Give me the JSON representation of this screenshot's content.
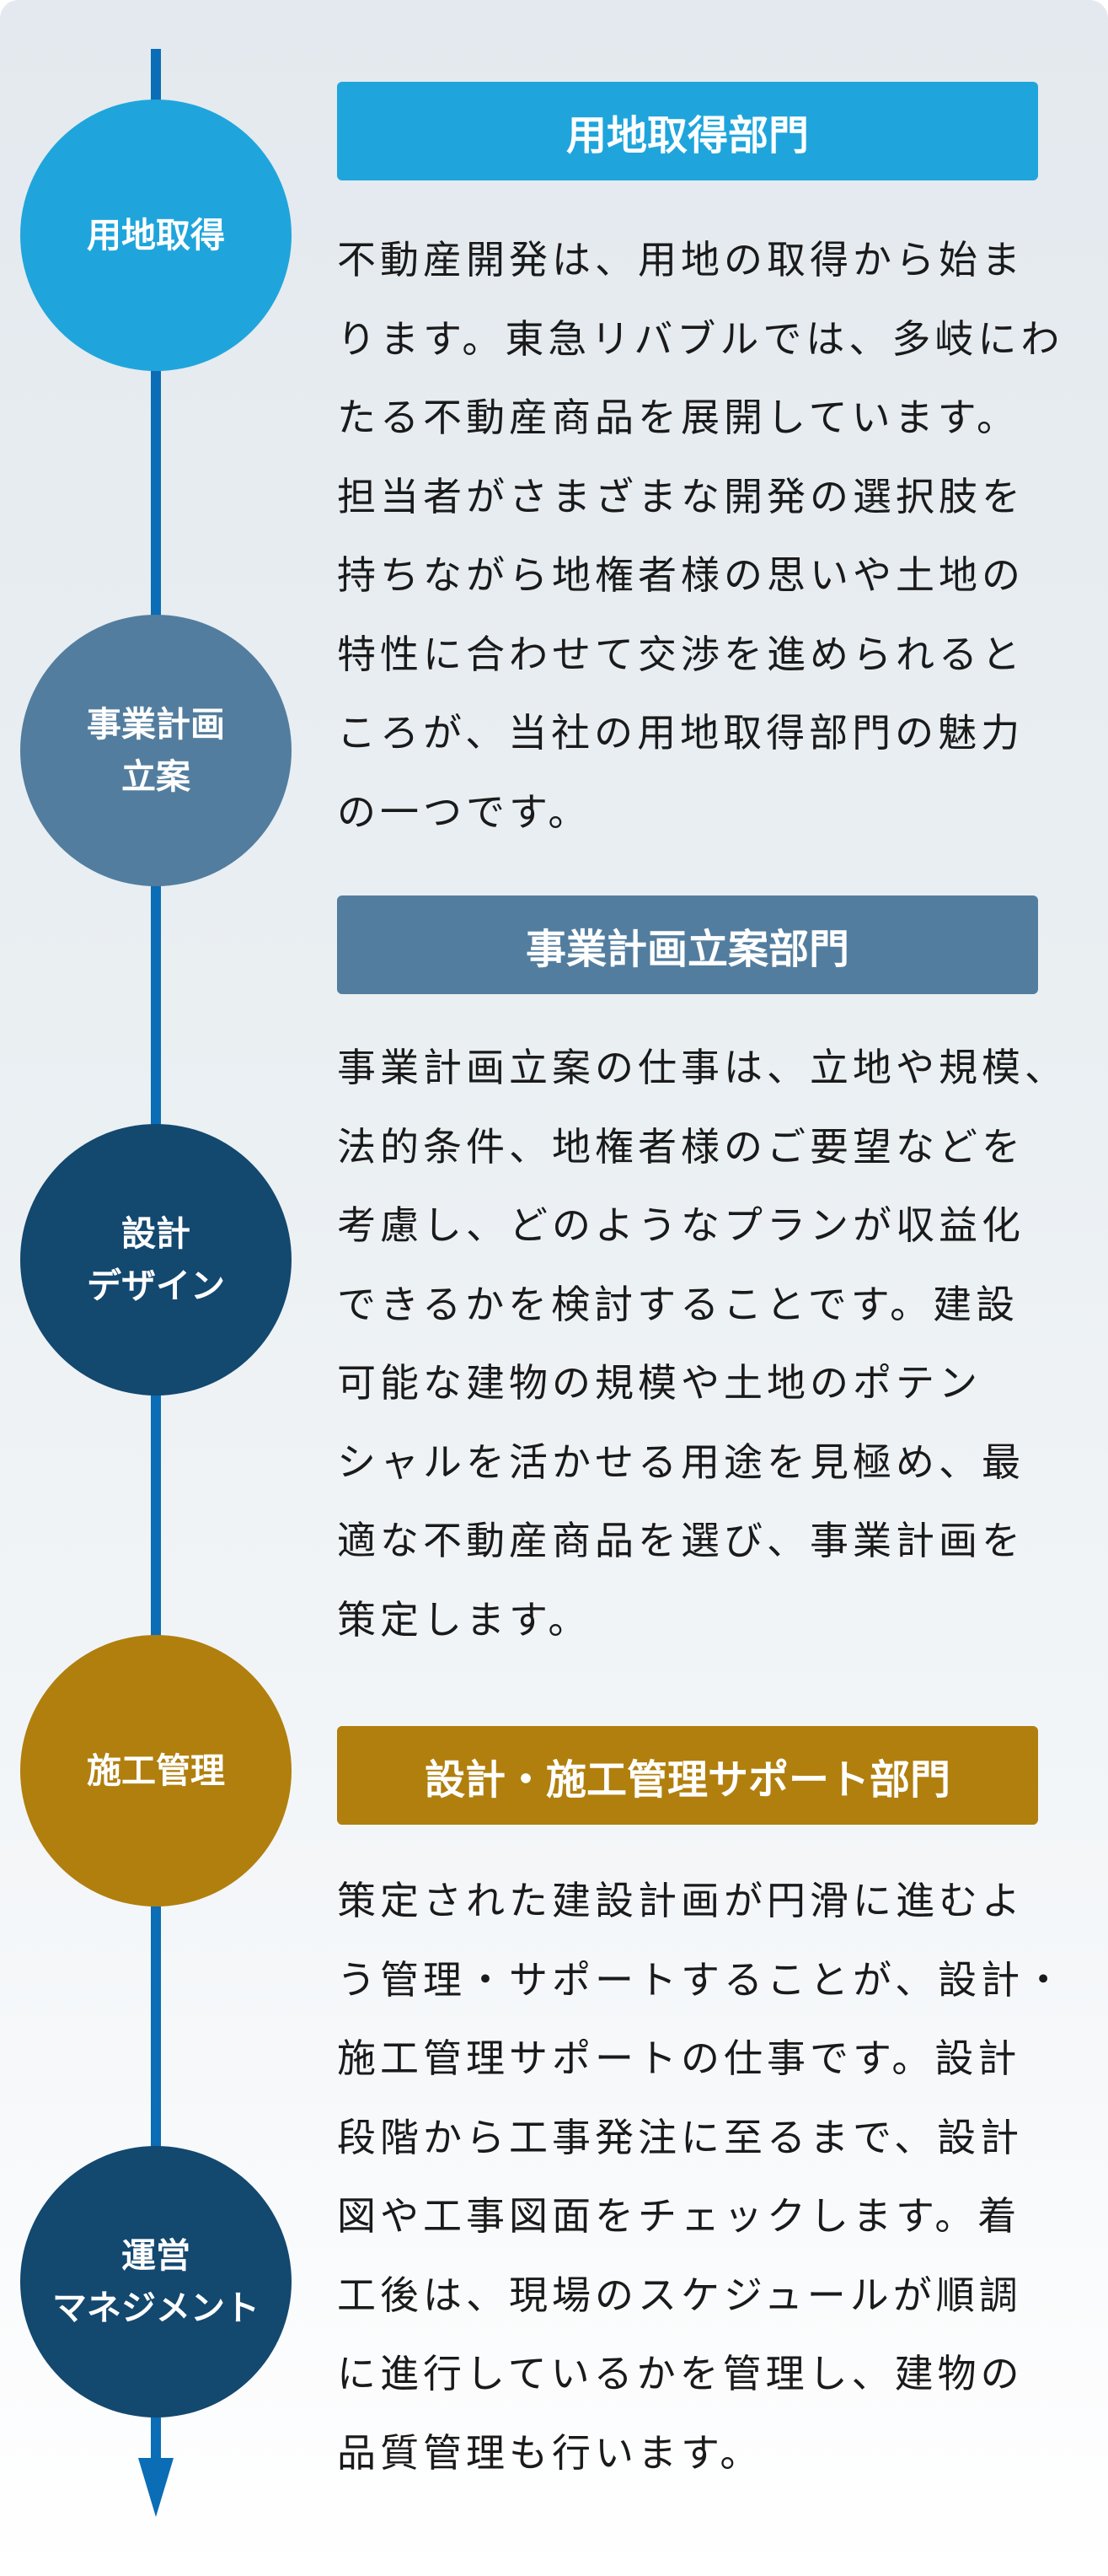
{
  "colors": {
    "line": "#0a6db6",
    "land": "#1fa5dc",
    "plan": "#527d9e",
    "design": "#13486f",
    "construction": "#b07f0e",
    "operation": "#13486f"
  },
  "steps": [
    {
      "lines": [
        "用地取得"
      ]
    },
    {
      "lines": [
        "事業計画",
        "立案"
      ]
    },
    {
      "lines": [
        "設計",
        "デザイン"
      ]
    },
    {
      "lines": [
        "施工管理"
      ]
    },
    {
      "lines": [
        "運営",
        "マネジメント"
      ]
    }
  ],
  "sections": [
    {
      "title": "用地取得部門",
      "lines": [
        "不動産開発は、用地の取得から始ま",
        "ります。東急リバブルでは、多岐にわ",
        "たる不動産商品を展開しています。",
        "担当者がさまざまな開発の選択肢を",
        "持ちながら地権者様の思いや土地の",
        "特性に合わせて交渉を進められると",
        "ころが、当社の用地取得部門の魅力",
        "の一つです。"
      ]
    },
    {
      "title": "事業計画立案部門",
      "lines": [
        "事業計画立案の仕事は、立地や規模、",
        "法的条件、地権者様のご要望などを",
        "考慮し、どのようなプランが収益化",
        "できるかを検討することです。建設",
        "可能な建物の規模や土地のポテン",
        "シャルを活かせる用途を見極め、最",
        "適な不動産商品を選び、事業計画を",
        "策定します。"
      ]
    },
    {
      "title": "設計・施工管理サポート部門",
      "lines": [
        "策定された建設計画が円滑に進むよ",
        "う管理・サポートすることが、設計・",
        "施工管理サポートの仕事です。設計",
        "段階から工事発注に至るまで、設計",
        "図や工事図面をチェックします。着",
        "工後は、現場のスケジュールが順調",
        "に進行しているかを管理し、建物の",
        "品質管理も行います。"
      ]
    }
  ]
}
